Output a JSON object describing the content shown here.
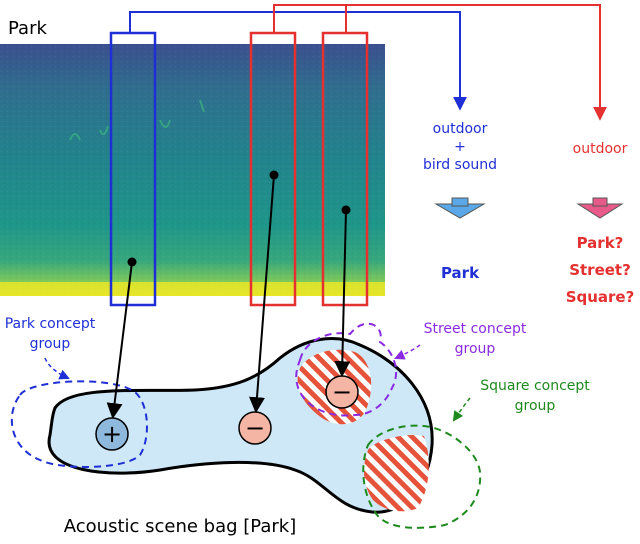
{
  "spectrogram": {
    "label": "Park"
  },
  "right_panel": {
    "blue_col": {
      "line1": "outdoor",
      "plus": "+",
      "line2": "bird sound",
      "result": "Park"
    },
    "red_col": {
      "line1": "outdoor",
      "results": [
        "Park?",
        "Street?",
        "Square?"
      ]
    }
  },
  "groups": {
    "park": {
      "line1": "Park concept",
      "line2": "group"
    },
    "street": {
      "line1": "Street concept",
      "line2": "group"
    },
    "square": {
      "line1": "Square concept",
      "line2": "group"
    }
  },
  "bag": {
    "label": "Acoustic scene bag [Park]"
  },
  "markers": {
    "positive": "+",
    "negative": "−"
  },
  "colors": {
    "blue": "#1f2fd6",
    "red": "#e53030",
    "purple": "#8a2be2",
    "green": "#1e8a1e",
    "bag_fill": "#cfe8f7",
    "neg_fill": "#f5b5a5",
    "pos_fill": "#8fb8dd"
  }
}
